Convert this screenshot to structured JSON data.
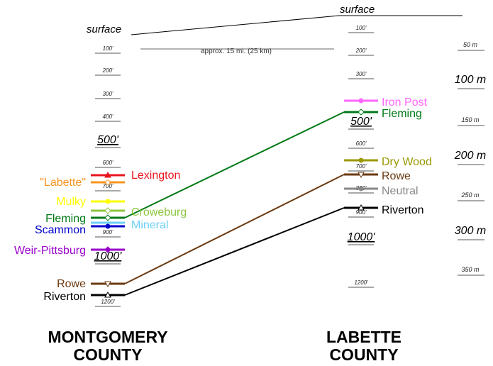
{
  "surface_label": "surface",
  "distance_label": "approx. 15 mi. (25 km)",
  "left_column": {
    "title_line1": "MONTGOMERY",
    "title_line2": "COUNTY",
    "small_ticks": [
      "100'",
      "200'",
      "300'",
      "400'",
      "600'",
      "700'",
      "900'",
      "1200'"
    ],
    "large_ticks": [
      "500'",
      "1000'"
    ]
  },
  "right_column": {
    "title_line1": "LABETTE",
    "title_line2": "COUNTY",
    "small_ticks": [
      "100'",
      "200'",
      "300'",
      "600'",
      "700'",
      "800'",
      "900'",
      "1200'"
    ],
    "large_ticks": [
      "500'",
      "1000'"
    ]
  },
  "metric_scale": {
    "small_ticks": [
      "50 m",
      "150 m",
      "250 m",
      "350 m"
    ],
    "large_ticks": [
      "100 m",
      "200 m",
      "300 m"
    ]
  },
  "left_units": [
    {
      "name": "Lexington",
      "color": "#e8141e",
      "marker": "triangle-filled"
    },
    {
      "name": "\"Labette\"",
      "color": "#f7941d",
      "marker": "circle-open"
    },
    {
      "name": "Mulky",
      "color": "#ffff00",
      "marker": "circle-filled"
    },
    {
      "name": "Croweburg",
      "color": "#8dc63f",
      "marker": "diamond-open"
    },
    {
      "name": "Fleming",
      "color": "#007a16",
      "marker": "diamond-open"
    },
    {
      "name": "Mineral",
      "color": "#6dcff6",
      "marker": "none"
    },
    {
      "name": "Scammon",
      "color": "#0000cc",
      "marker": "circle-filled"
    },
    {
      "name": "Weir-Pittsburg",
      "color": "#9900cc",
      "marker": "diamond-filled"
    },
    {
      "name": "Rowe",
      "color": "#6b3a12",
      "marker": "triangle-down-open"
    },
    {
      "name": "Riverton",
      "color": "#000000",
      "marker": "triangle-open"
    }
  ],
  "right_units": [
    {
      "name": "Iron Post",
      "color": "#ff66ff",
      "marker": "circle-filled"
    },
    {
      "name": "Fleming",
      "color": "#007a16",
      "marker": "diamond-open"
    },
    {
      "name": "Dry Wood",
      "color": "#999900",
      "marker": "circle-filled"
    },
    {
      "name": "Rowe",
      "color": "#6b3a12",
      "marker": "triangle-down-open"
    },
    {
      "name": "Neutral",
      "color": "#888888",
      "marker": "circle-filled"
    },
    {
      "name": "Riverton",
      "color": "#000000",
      "marker": "triangle-open"
    }
  ],
  "correlations": [
    "Fleming",
    "Rowe",
    "Riverton"
  ]
}
